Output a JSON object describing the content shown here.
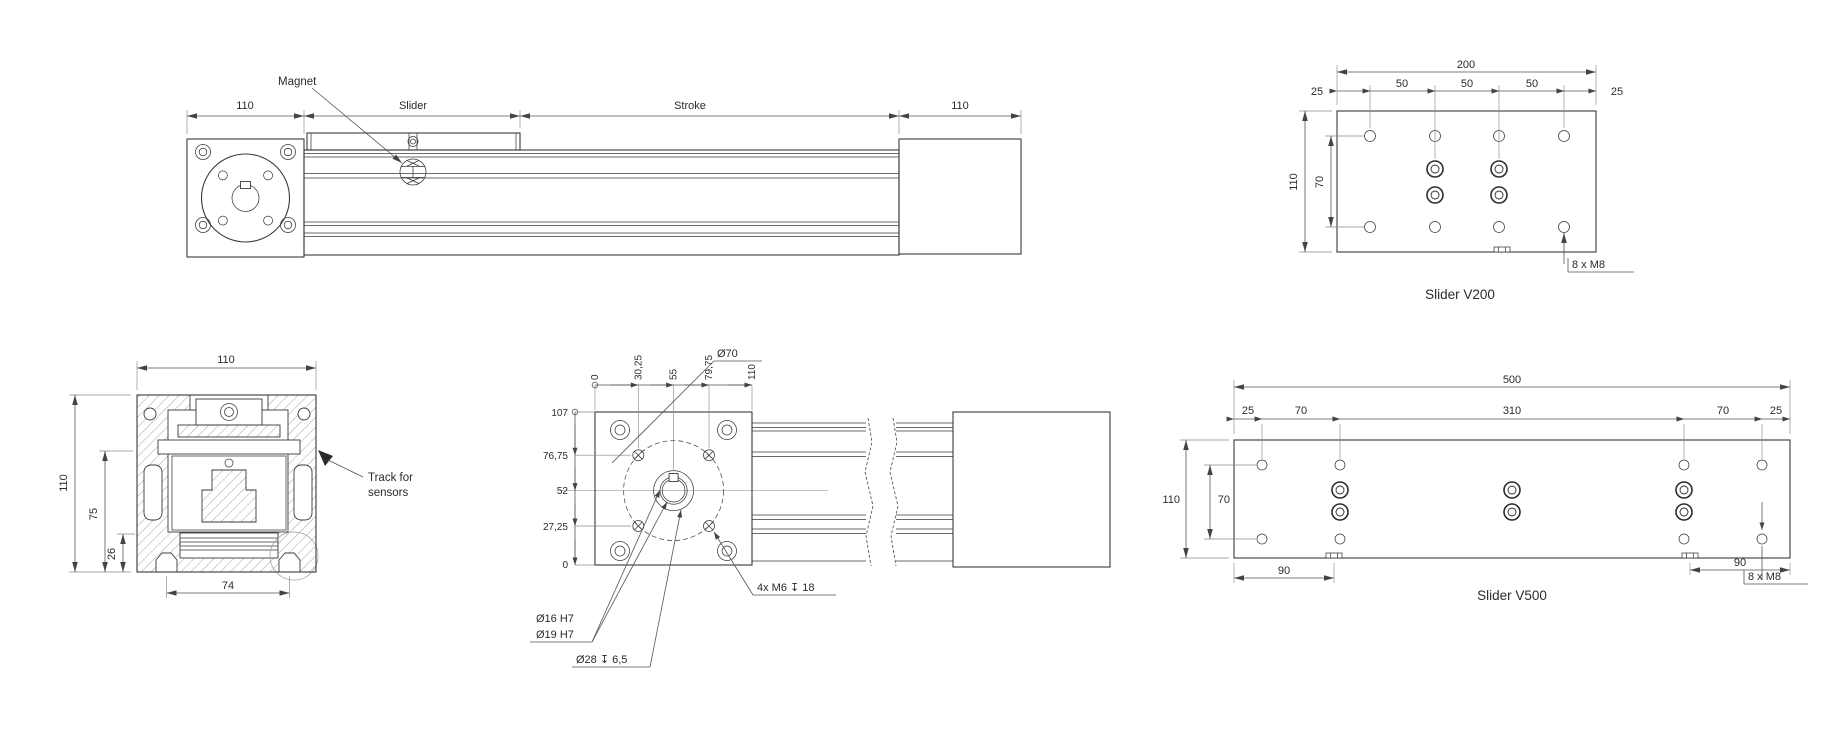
{
  "colors": {
    "line": "#3a3a3a",
    "dimension": "#555555",
    "background": "#ffffff"
  },
  "assembly": {
    "label_magnet": "Magnet",
    "dim_motor": "110",
    "dim_slider": "Slider",
    "dim_stroke": "Stroke",
    "dim_end": "110"
  },
  "v200": {
    "title": "Slider V200",
    "d200": "200",
    "d25l": "25",
    "d50a": "50",
    "d50b": "50",
    "d50c": "50",
    "d25r": "25",
    "d110": "110",
    "d70": "70",
    "m8": "8 x M8"
  },
  "section": {
    "d110t": "110",
    "d110l": "110",
    "d75": "75",
    "d26": "26",
    "d74": "74",
    "note1": "Track for",
    "note2": "sensors"
  },
  "endview": {
    "ox": [
      "0",
      "30,25",
      "55",
      "79,75",
      "110"
    ],
    "oy": [
      "107",
      "76,75",
      "52",
      "27,25",
      "0"
    ],
    "d70": "Ø70",
    "b16": "Ø16  H7",
    "b19": "Ø19 H7",
    "b28": "Ø28  ↧ 6,5",
    "m6": "4x M6   ↧ 18"
  },
  "v500": {
    "title": "Slider V500",
    "d500": "500",
    "d25l": "25",
    "d70l": "70",
    "d310": "310",
    "d70r": "70",
    "d25r": "25",
    "d110": "110",
    "d70v": "70",
    "d90l": "90",
    "d90r": "90",
    "m8": "8 x M8"
  }
}
